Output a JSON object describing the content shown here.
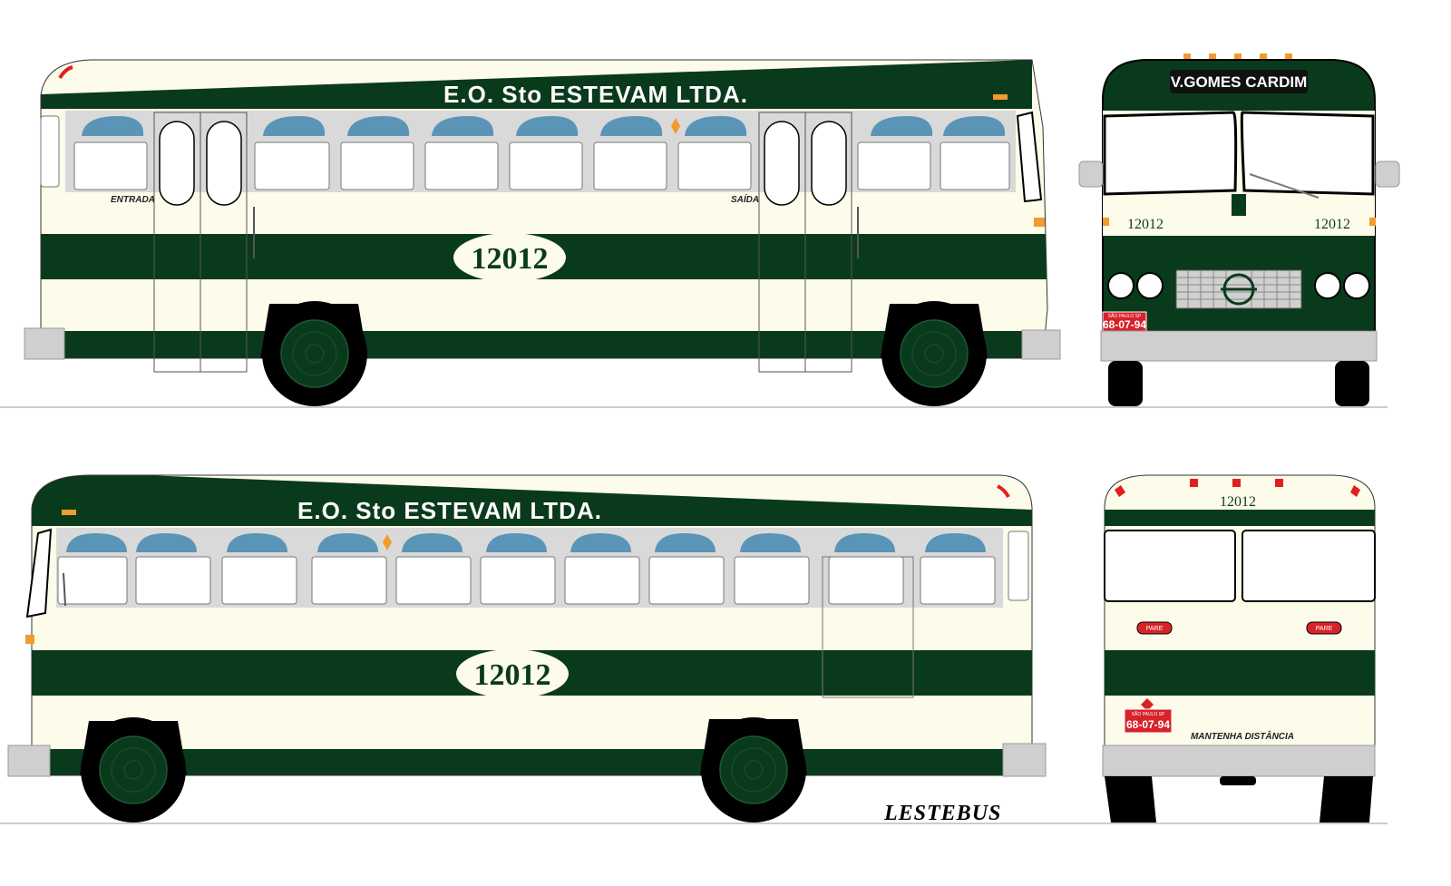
{
  "livery": {
    "company_name": "E.O. Sto ESTEVAM LTDA.",
    "fleet_number": "12012",
    "destination": "V.GOMES CARDIM",
    "entry_label": "ENTRADA",
    "exit_label": "SAÍDA",
    "plate_state": "SÃO PAULO SP",
    "plate_number": "68-07-94",
    "rear_brake_label": "PARE",
    "rear_warning": "MANTENHA DISTÂNCIA",
    "signature": "LESTEBUS"
  },
  "colors": {
    "green": "#0a3a1c",
    "cream": "#fdfbe9",
    "window_blue": "#5a95b8",
    "silver": "#cfcfcf",
    "plate_red": "#d8222a",
    "marker_orange": "#f29b2e",
    "marker_red": "#e02020"
  }
}
